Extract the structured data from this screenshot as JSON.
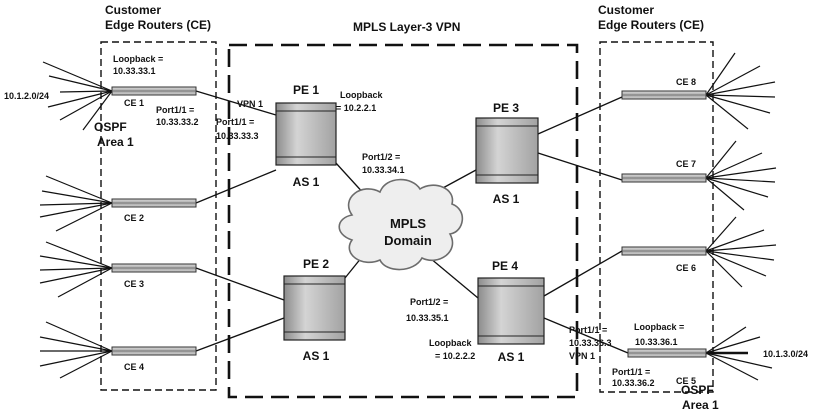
{
  "title": "MPLS Layer-3 VPN",
  "left_group": {
    "heading_line1": "Customer",
    "heading_line2": "Edge Routers (CE)",
    "ospf_line1": "OSPF",
    "ospf_line2": "Area 1"
  },
  "right_group": {
    "heading_line1": "Customer",
    "heading_line2": "Edge Routers (CE)",
    "ospf_line1": "OSPF",
    "ospf_line2": "Area 1"
  },
  "cloud": {
    "line1": "MPLS",
    "line2": "Domain"
  },
  "pe_routers": [
    {
      "id": "PE 1",
      "as": "AS 1"
    },
    {
      "id": "PE 2",
      "as": "AS 1"
    },
    {
      "id": "PE 3",
      "as": "AS 1"
    },
    {
      "id": "PE 4",
      "as": "AS 1"
    }
  ],
  "ce_routers": [
    "CE 1",
    "CE 2",
    "CE 3",
    "CE 4",
    "CE 5",
    "CE 6",
    "CE 7",
    "CE 8"
  ],
  "annotations": {
    "ce1_loopback_line1": "Loopback =",
    "ce1_loopback_line2": "10.33.33.1",
    "ce1_subnet": "10.1.2.0/24",
    "ce1_port_line1": "Port1/1 =",
    "ce1_port_line2": "10.33.33.2",
    "pe1_vpn": "VPN 1",
    "pe1_port11_line1": "Port1/1 =",
    "pe1_port11_line2": "10.33.33.3",
    "pe1_loopback_line1": "Loopback",
    "pe1_loopback_line2": "= 10.2.2.1",
    "pe1_port12_line1": "Port1/2 =",
    "pe1_port12_line2": "10.33.34.1",
    "pe4_port12_line1": "Port1/2 =",
    "pe4_port12_line2": "10.33.35.1",
    "pe4_loopback_line1": "Loopback",
    "pe4_loopback_line2": "= 10.2.2.2",
    "pe4_port11_line1": "Port1/1 =",
    "pe4_port11_line2": "10.33.36.3",
    "pe4_vpn": "VPN 1",
    "ce5_loopback_line1": "Loopback =",
    "ce5_loopback_line2": "10.33.36.1",
    "ce5_port_line1": "Port1/1 =",
    "ce5_port_line2": "10.33.36.2",
    "ce5_subnet": "10.1.3.0/24"
  }
}
